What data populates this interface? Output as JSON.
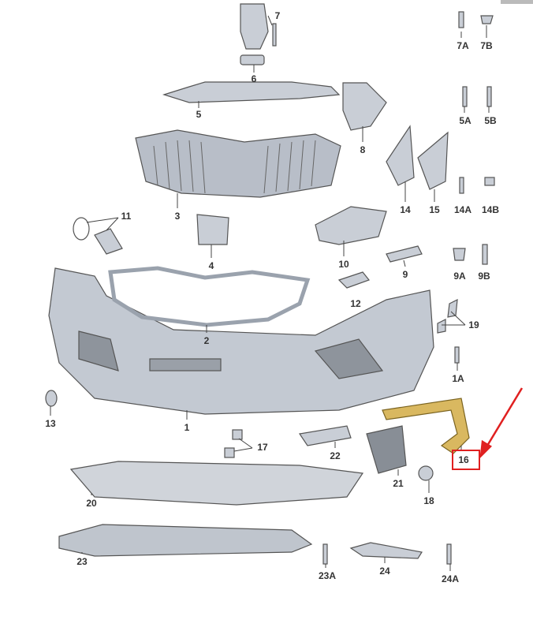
{
  "diagram": {
    "title": "Front bumper parts diagram",
    "highlight_color": "#e02020",
    "highlighted_part": "16",
    "parts": {
      "p7": "7",
      "p7A": "7A",
      "p7B": "7B",
      "p6": "6",
      "p5": "5",
      "p5A": "5A",
      "p5B": "5B",
      "p8": "8",
      "p14": "14",
      "p15": "15",
      "p14A": "14A",
      "p14B": "14B",
      "p3": "3",
      "p11": "11",
      "p4": "4",
      "p10": "10",
      "p9": "9",
      "p9A": "9A",
      "p9B": "9B",
      "p12": "12",
      "p19": "19",
      "p2": "2",
      "p1A": "1A",
      "p1": "1",
      "p13": "13",
      "p17": "17",
      "p22": "22",
      "p21": "21",
      "p16": "16",
      "p18": "18",
      "p20": "20",
      "p23": "23",
      "p23A": "23A",
      "p24": "24",
      "p24A": "24A"
    }
  }
}
